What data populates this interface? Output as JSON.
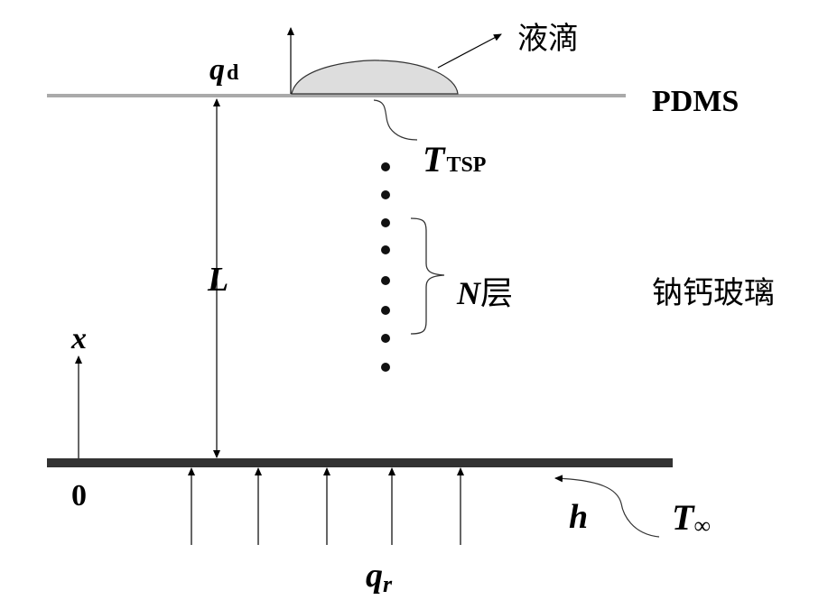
{
  "labels": {
    "qd_main": "q",
    "qd_sub": "d",
    "droplet": "液滴",
    "pdms": "PDMS",
    "ttsp_main": "T",
    "ttsp_sub": "TSP",
    "length": "L",
    "layers_main": "N",
    "layers_suffix": "层",
    "glass": "钠钙玻璃",
    "x_axis": "x",
    "origin": "0",
    "qr_main": "q",
    "qr_sub": "r",
    "h": "h",
    "tinf_main": "T",
    "tinf_sub": "∞"
  },
  "colors": {
    "pdms_layer": "#aaaaaa",
    "glass_base": "#333333",
    "droplet_fill": "#dddddd"
  }
}
